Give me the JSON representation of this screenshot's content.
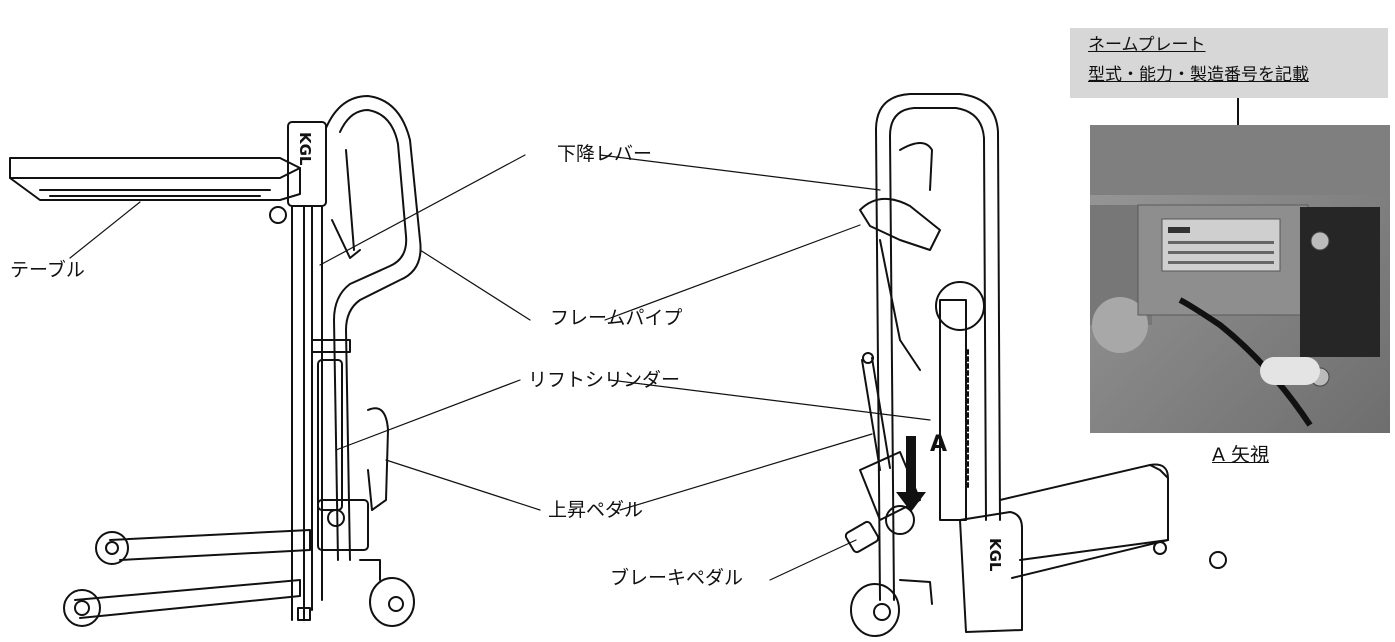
{
  "labels": {
    "table": "テーブル",
    "lowering_lever": "下降レバー",
    "frame_pipe": "フレームパイプ",
    "lift_cylinder": "リフトシリンダー",
    "raise_pedal": "上昇ペダル",
    "brake_pedal": "ブレーキペダル"
  },
  "brand_logo_text": "KGL",
  "nameplate": {
    "title": "ネームプレート",
    "description": "型式・能力・製造番号を記載"
  },
  "view": {
    "marker": "A",
    "caption": "A 矢視"
  },
  "colors": {
    "line": "#111111",
    "callout_bg": "#d7d7d7",
    "photo_bg": "#8a8a8a"
  }
}
